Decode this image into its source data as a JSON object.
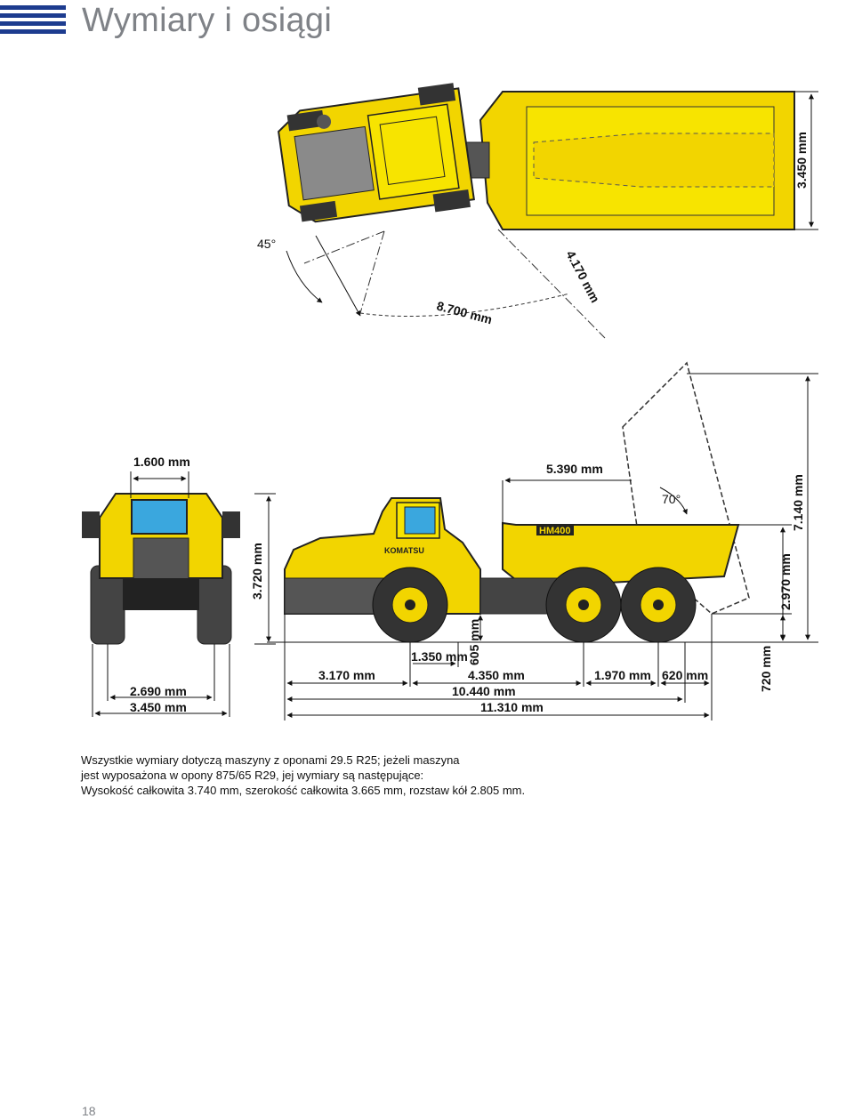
{
  "header": {
    "title": "Wymiary i osiągi"
  },
  "top_view": {
    "angle_turn": "45°",
    "turning_radius": "8.700 mm",
    "inner_radius": "4.170 mm",
    "overall_width": "3.450 mm"
  },
  "front_view": {
    "cab_width": "1.600 mm",
    "height": "3.720 mm",
    "track": "2.690 mm",
    "overall_width": "3.450 mm"
  },
  "side_view": {
    "dump_length": "5.390 mm",
    "dump_angle": "70°",
    "raised_height": "7.140 mm",
    "dump_height": "2.970 mm",
    "ground_clearance_rear": "720 mm",
    "ground_clearance": "605 mm",
    "front_overhang_detail": "1.350 mm",
    "front_overhang": "3.170 mm",
    "wheelbase_front": "4.350 mm",
    "tandem_spacing": "1.970 mm",
    "rear_overhang": "620 mm",
    "length_body": "10.440 mm",
    "overall_length": "11.310 mm",
    "model_badge": "HM400",
    "brand_badge": "KOMATSU"
  },
  "note": {
    "lines": [
      "Wszystkie wymiary dotyczą maszyny z oponami 29.5 R25; jeżeli maszyna",
      "jest wyposażona w opony 875/65 R29, jej wymiary są następujące:",
      "Wysokość całkowita 3.740 mm, szerokość całkowita 3.665 mm, rozstaw kół 2.805 mm."
    ]
  },
  "footer": {
    "page_number": "18"
  },
  "colors": {
    "yellow": "#f2d500",
    "dark": "#2a2a2a",
    "grey": "#8a8a8a",
    "brand_blue": "#1d3c8f"
  }
}
